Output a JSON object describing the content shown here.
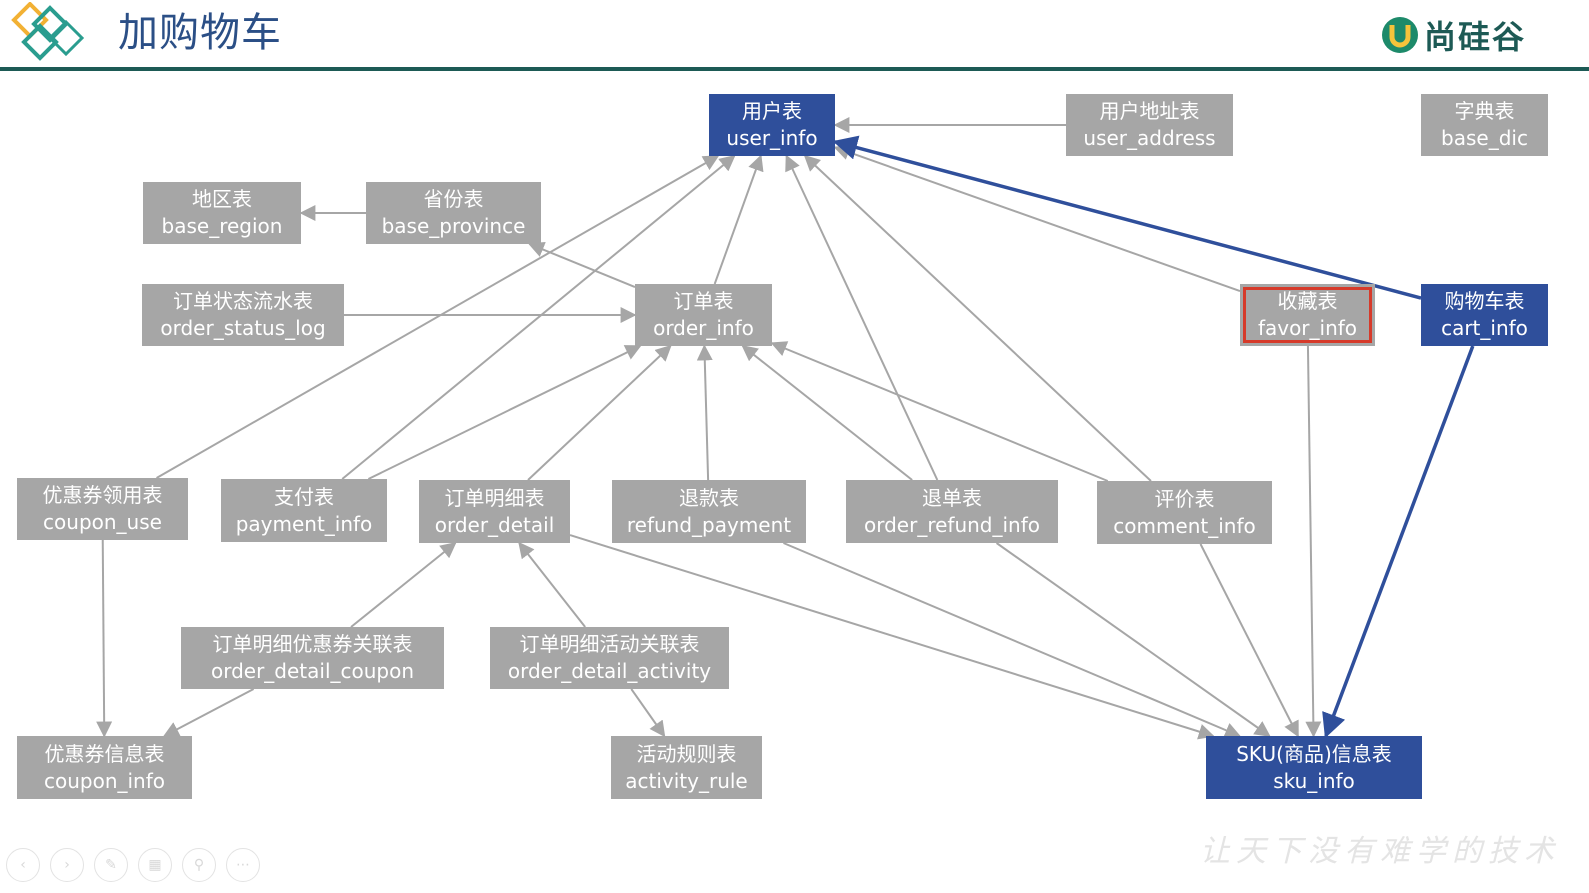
{
  "header": {
    "title": "加购物车",
    "brand": "尚硅谷"
  },
  "watermark": "让天下没有难学的技术",
  "nodes": {
    "user_info": {
      "cn": "用户表",
      "en": "user_info"
    },
    "user_address": {
      "cn": "用户地址表",
      "en": "user_address"
    },
    "base_dic": {
      "cn": "字典表",
      "en": "base_dic"
    },
    "base_region": {
      "cn": "地区表",
      "en": "base_region"
    },
    "base_province": {
      "cn": "省份表",
      "en": "base_province"
    },
    "order_status_log": {
      "cn": "订单状态流水表",
      "en": "order_status_log"
    },
    "order_info": {
      "cn": "订单表",
      "en": "order_info"
    },
    "favor_info": {
      "cn": "收藏表",
      "en": "favor_info"
    },
    "cart_info": {
      "cn": "购物车表",
      "en": "cart_info"
    },
    "coupon_use": {
      "cn": "优惠券领用表",
      "en": "coupon_use"
    },
    "payment_info": {
      "cn": "支付表",
      "en": "payment_info"
    },
    "order_detail": {
      "cn": "订单明细表",
      "en": "order_detail"
    },
    "refund_payment": {
      "cn": "退款表",
      "en": "refund_payment"
    },
    "order_refund_info": {
      "cn": "退单表",
      "en": "order_refund_info"
    },
    "comment_info": {
      "cn": "评价表",
      "en": "comment_info"
    },
    "order_detail_coupon": {
      "cn": "订单明细优惠券关联表",
      "en": "order_detail_coupon"
    },
    "order_detail_activity": {
      "cn": "订单明细活动关联表",
      "en": "order_detail_activity"
    },
    "coupon_info": {
      "cn": "优惠券信息表",
      "en": "coupon_info"
    },
    "activity_rule": {
      "cn": "活动规则表",
      "en": "activity_rule"
    },
    "sku_info": {
      "cn": "SKU(商品)信息表",
      "en": "sku_info"
    }
  },
  "colors": {
    "gray": "#a6a6a6",
    "blue": "#2f4f9b",
    "highlight": "#d63a2a",
    "rule": "#1d5a55"
  },
  "edges": [
    {
      "from": "user_address",
      "to": "user_info",
      "style": "gray"
    },
    {
      "from": "coupon_use",
      "to": "user_info",
      "style": "gray"
    },
    {
      "from": "base_province",
      "to": "base_region",
      "style": "gray"
    },
    {
      "from": "order_info",
      "to": "base_province",
      "style": "gray"
    },
    {
      "from": "order_status_log",
      "to": "order_info",
      "style": "gray"
    },
    {
      "from": "order_info",
      "to": "user_info",
      "style": "gray"
    },
    {
      "from": "payment_info",
      "to": "user_info",
      "style": "gray"
    },
    {
      "from": "order_refund_info",
      "to": "user_info",
      "style": "gray"
    },
    {
      "from": "comment_info",
      "to": "user_info",
      "style": "gray"
    },
    {
      "from": "favor_info",
      "to": "user_info",
      "style": "gray"
    },
    {
      "from": "cart_info",
      "to": "user_info",
      "style": "blue"
    },
    {
      "from": "payment_info",
      "to": "order_info",
      "style": "gray"
    },
    {
      "from": "order_detail",
      "to": "order_info",
      "style": "gray"
    },
    {
      "from": "refund_payment",
      "to": "order_info",
      "style": "gray"
    },
    {
      "from": "order_refund_info",
      "to": "order_info",
      "style": "gray"
    },
    {
      "from": "comment_info",
      "to": "order_info",
      "style": "gray"
    },
    {
      "from": "order_detail_coupon",
      "to": "order_detail",
      "style": "gray"
    },
    {
      "from": "order_detail_activity",
      "to": "order_detail",
      "style": "gray"
    },
    {
      "from": "order_detail_coupon",
      "to": "coupon_info",
      "style": "gray"
    },
    {
      "from": "coupon_use",
      "to": "coupon_info",
      "style": "gray"
    },
    {
      "from": "order_detail_activity",
      "to": "activity_rule",
      "style": "gray"
    },
    {
      "from": "order_detail",
      "to": "sku_info",
      "style": "gray"
    },
    {
      "from": "refund_payment",
      "to": "sku_info",
      "style": "gray"
    },
    {
      "from": "order_refund_info",
      "to": "sku_info",
      "style": "gray"
    },
    {
      "from": "comment_info",
      "to": "sku_info",
      "style": "gray"
    },
    {
      "from": "favor_info",
      "to": "sku_info",
      "style": "gray"
    },
    {
      "from": "cart_info",
      "to": "sku_info",
      "style": "blue"
    }
  ],
  "controls": [
    "prev-icon",
    "next-icon",
    "pen-icon",
    "grid-icon",
    "zoom-icon",
    "more-icon"
  ]
}
